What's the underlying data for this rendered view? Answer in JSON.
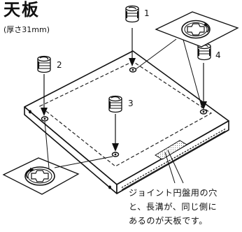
{
  "header": {
    "title": "天板",
    "subtitle": "(厚さ31mm)"
  },
  "fittings": {
    "cam_1": {
      "label": "1"
    },
    "cam_2": {
      "label": "2"
    },
    "cam_3": {
      "label": "3"
    },
    "cam_4": {
      "label": "4"
    }
  },
  "note": {
    "lines": [
      "ジョイント円盤用の穴",
      "と、長溝が、同じ側に",
      "あるのが天板です。"
    ]
  }
}
